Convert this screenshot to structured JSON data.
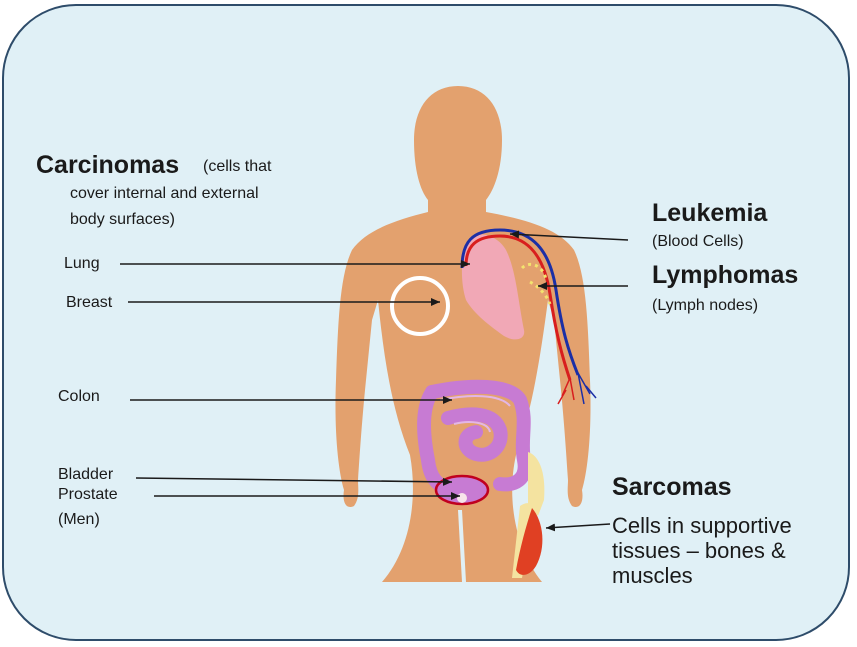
{
  "carcinomas": {
    "title": "Carcinomas",
    "note_line1": "(cells that",
    "note_line2": "cover internal and external",
    "note_line3": "body surfaces)",
    "sites": {
      "lung": "Lung",
      "breast": "Breast",
      "colon": "Colon",
      "bladder": "Bladder",
      "prostate": "Prostate",
      "men": "(Men)"
    }
  },
  "leukemia": {
    "title": "Leukemia",
    "note": "(Blood Cells)"
  },
  "lymphomas": {
    "title": "Lymphomas",
    "note": "(Lymph nodes)"
  },
  "sarcomas": {
    "title": "Sarcomas",
    "line1": "Cells in supportive",
    "line2": "tissues – bones &",
    "line3": "muscles"
  },
  "colors": {
    "background": "#e0f0f6",
    "border": "#2e4c6a",
    "skin": "#e3a16e",
    "lung": "#f1a8b6",
    "intestine": "#c77bd3",
    "artery": "#d81e1e",
    "vein": "#1b2fa6",
    "lymph": "#f3e36e",
    "bone": "#f4e3a0",
    "muscle": "#e04023"
  }
}
